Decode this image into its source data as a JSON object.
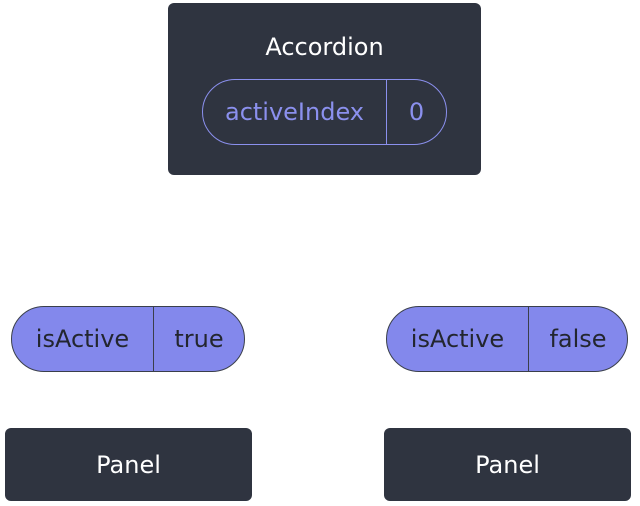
{
  "accordion": {
    "title": "Accordion",
    "state": {
      "key": "activeIndex",
      "value": "0"
    }
  },
  "panels": [
    {
      "state": {
        "key": "isActive",
        "value": "true"
      },
      "label": "Panel"
    },
    {
      "state": {
        "key": "isActive",
        "value": "false"
      },
      "label": "Panel"
    }
  ],
  "colors": {
    "box": "#2f3440",
    "accent": "#8388ec",
    "accent_outline": "#8b90ee",
    "text_on_dark": "#ffffff"
  }
}
